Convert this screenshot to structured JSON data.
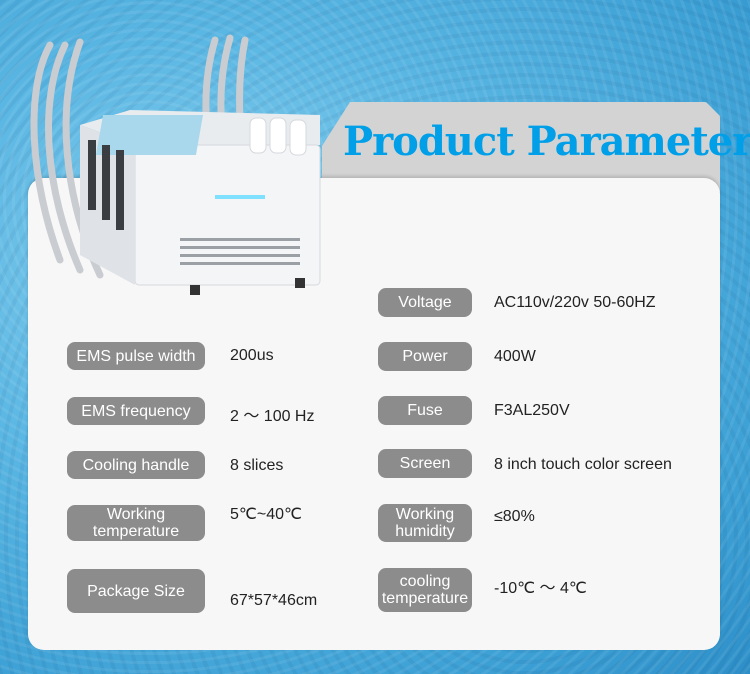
{
  "title": "Product Parameter",
  "left": [
    {
      "label": "EMS pulse width",
      "value": "200us"
    },
    {
      "label": "EMS frequency",
      "value": "2 ～ 100 Hz"
    },
    {
      "label": "Cooling handle",
      "value": "8 slices"
    },
    {
      "label": "Working temperature",
      "value": "5℃~40℃"
    },
    {
      "label": "Package Size",
      "value": "67*57*46cm"
    }
  ],
  "right": [
    {
      "label": "Voltage",
      "value": "AC110v/220v  50-60HZ"
    },
    {
      "label": "Power",
      "value": "400W"
    },
    {
      "label": "Fuse",
      "value": "F3AL250V"
    },
    {
      "label": "Screen",
      "value": "8 inch touch color screen"
    },
    {
      "label": "Working humidity",
      "value": "≤80%"
    },
    {
      "label": "cooling temperature",
      "value": "-10℃ ～ 4℃"
    }
  ],
  "colors": {
    "title": "#009fe8",
    "pill": "#8c8c8c"
  }
}
